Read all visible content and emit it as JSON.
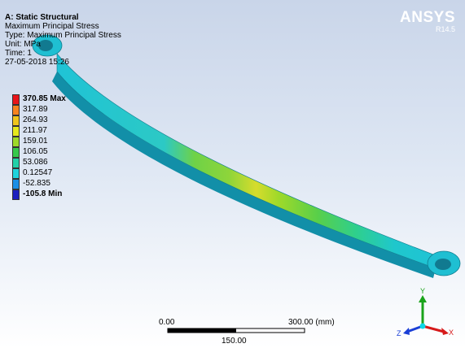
{
  "result": {
    "title": "A: Static Structural",
    "line2": "Maximum Principal Stress",
    "type_line": "Type: Maximum Principal Stress",
    "unit_line": "Unit: MPa",
    "time_line": "Time: 1",
    "date_line": "27-05-2018 15:26"
  },
  "brand": {
    "name": "ANSYS",
    "version": "R14.5"
  },
  "legend": {
    "items": [
      {
        "label": "370.85 Max",
        "color": "#e8141a",
        "bold": true
      },
      {
        "label": "317.89",
        "color": "#f7831f",
        "bold": false
      },
      {
        "label": "264.93",
        "color": "#f0c51c",
        "bold": false
      },
      {
        "label": "211.97",
        "color": "#e6e91d",
        "bold": false
      },
      {
        "label": "159.01",
        "color": "#9ed92a",
        "bold": false
      },
      {
        "label": "106.05",
        "color": "#36c84b",
        "bold": false
      },
      {
        "label": "53.086",
        "color": "#21d0a8",
        "bold": false
      },
      {
        "label": "0.12547",
        "color": "#1fd3dc",
        "bold": false
      },
      {
        "label": "-52.835",
        "color": "#1a8fe6",
        "bold": false
      },
      {
        "label": "-105.8 Min",
        "color": "#1b1fbf",
        "bold": true
      }
    ]
  },
  "scale_bar": {
    "left": "0.00",
    "middle": "150.00",
    "right": "300.00 (mm)"
  },
  "triad": {
    "x": "X",
    "y": "Y",
    "z": "Z"
  },
  "colors": {
    "spring_base": "#1fc3d6",
    "spring_dark": "#128fa8",
    "spring_green": "#7fd13a",
    "spring_yellow": "#d6dc2c"
  }
}
